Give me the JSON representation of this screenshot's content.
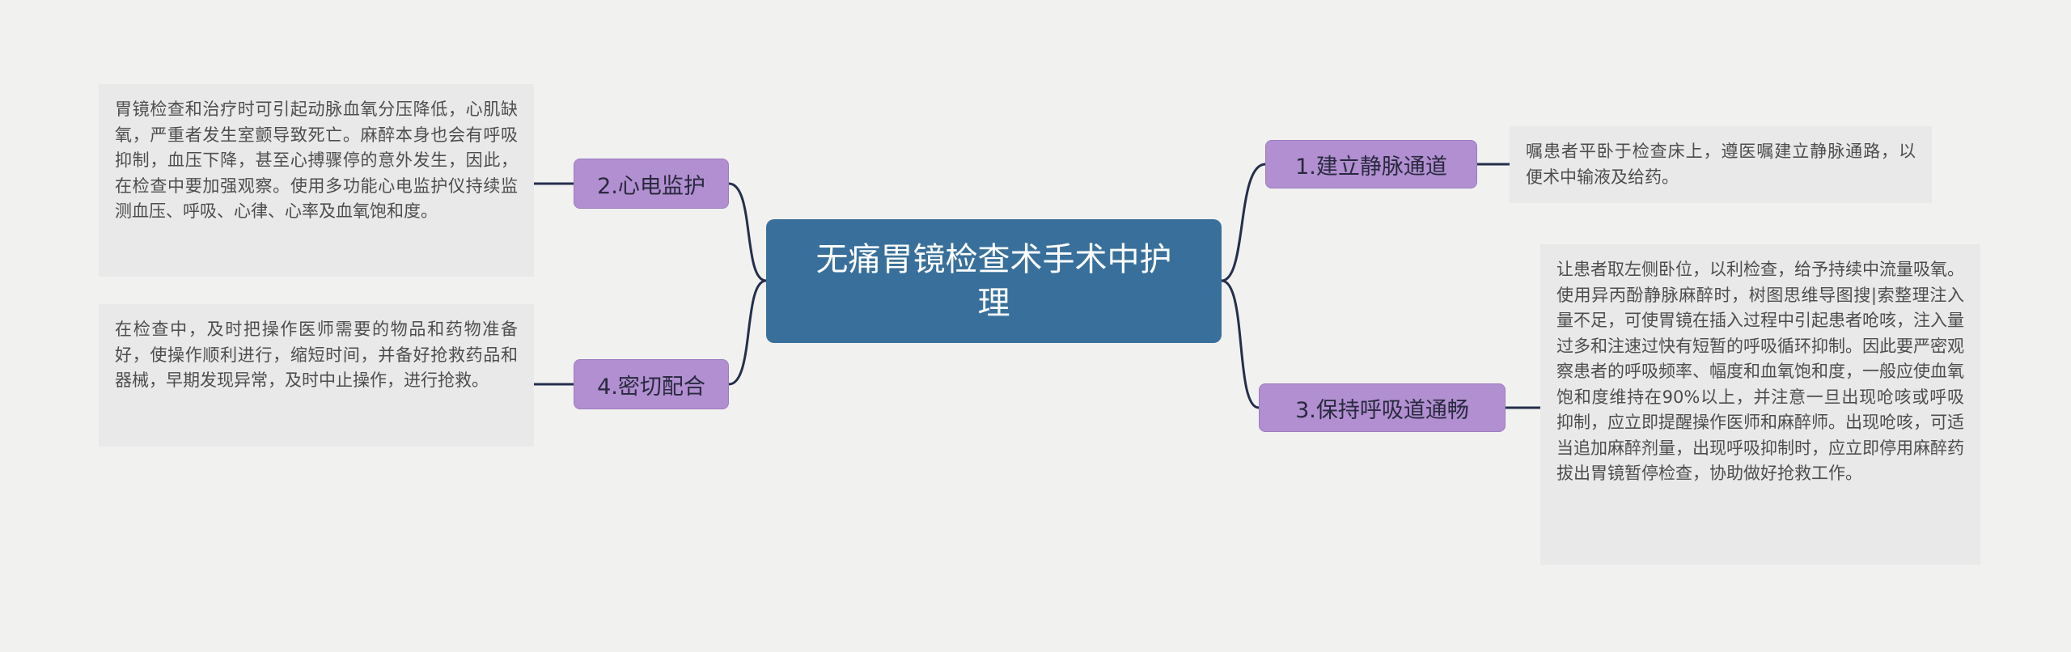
{
  "colors": {
    "page_bg": "#f1f1f0",
    "note_bg": "#e9e9e9",
    "note_text": "#4d4d4d",
    "node_purple": "#b18fd0",
    "node_purple_border": "#9c7cc0",
    "node_blue": "#39709b",
    "center_text": "#ffffff",
    "line_color": "#242f4b"
  },
  "center": {
    "label": "无痛胃镜检查术手术中护理"
  },
  "branches": [
    {
      "id": "ecg-monitoring",
      "label": "2.心电监护",
      "side": "left",
      "note": "胃镜检查和治疗时可引起动脉血氧分压降低，心肌缺氧，严重者发生室颤导致死亡。麻醉本身也会有呼吸抑制，血压下降，甚至心搏骤停的意外发生，因此，在检查中要加强观察。使用多功能心电监护仪持续监测血压、呼吸、心律、心率及血氧饱和度。"
    },
    {
      "id": "close-cooperation",
      "label": "4.密切配合",
      "side": "left",
      "note": "在检查中，及时把操作医师需要的物品和药物准备好，使操作顺利进行，缩短时间，并备好抢救药品和器械，早期发现异常，及时中止操作，进行抢救。"
    },
    {
      "id": "iv-access",
      "label": "1.建立静脉通道",
      "side": "right",
      "note": "嘱患者平卧于检查床上，遵医嘱建立静脉通路，以便术中输液及给药。"
    },
    {
      "id": "airway-patency",
      "label": "3.保持呼吸道通畅",
      "side": "right",
      "note": "让患者取左侧卧位，以利检查，给予持续中流量吸氧。使用异丙酚静脉麻醉时，树图思维导图搜|索整理注入量不足，可使胃镜在插入过程中引起患者呛咳，注入量过多和注速过快有短暂的呼吸循环抑制。因此要严密观察患者的呼吸频率、幅度和血氧饱和度，一般应使血氧饱和度维持在90%以上，并注意一旦出现呛咳或呼吸抑制，应立即提醒操作医师和麻醉师。出现呛咳，可适当追加麻醉剂量，出现呼吸抑制时，应立即停用麻醉药拔出胃镜暂停检查，协助做好抢救工作。"
    }
  ]
}
